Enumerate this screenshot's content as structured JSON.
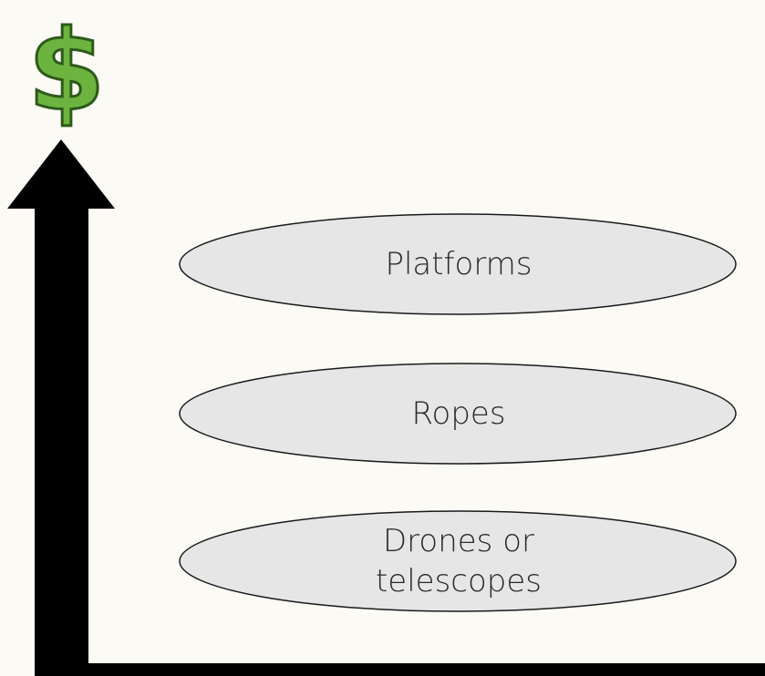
{
  "diagram": {
    "symbol": "$",
    "items": [
      {
        "label": "Platforms"
      },
      {
        "label": "Ropes"
      },
      {
        "label": "Drones or\ntelescopes"
      }
    ],
    "colors": {
      "background": "#fbfaf5",
      "arrow": "#000000",
      "ellipse_fill": "#e6e6e6",
      "ellipse_stroke": "#1a1a1a",
      "dollar_fill": "#6db33f",
      "dollar_stroke": "#2d5a1a",
      "text": "#2a2a2a"
    }
  }
}
